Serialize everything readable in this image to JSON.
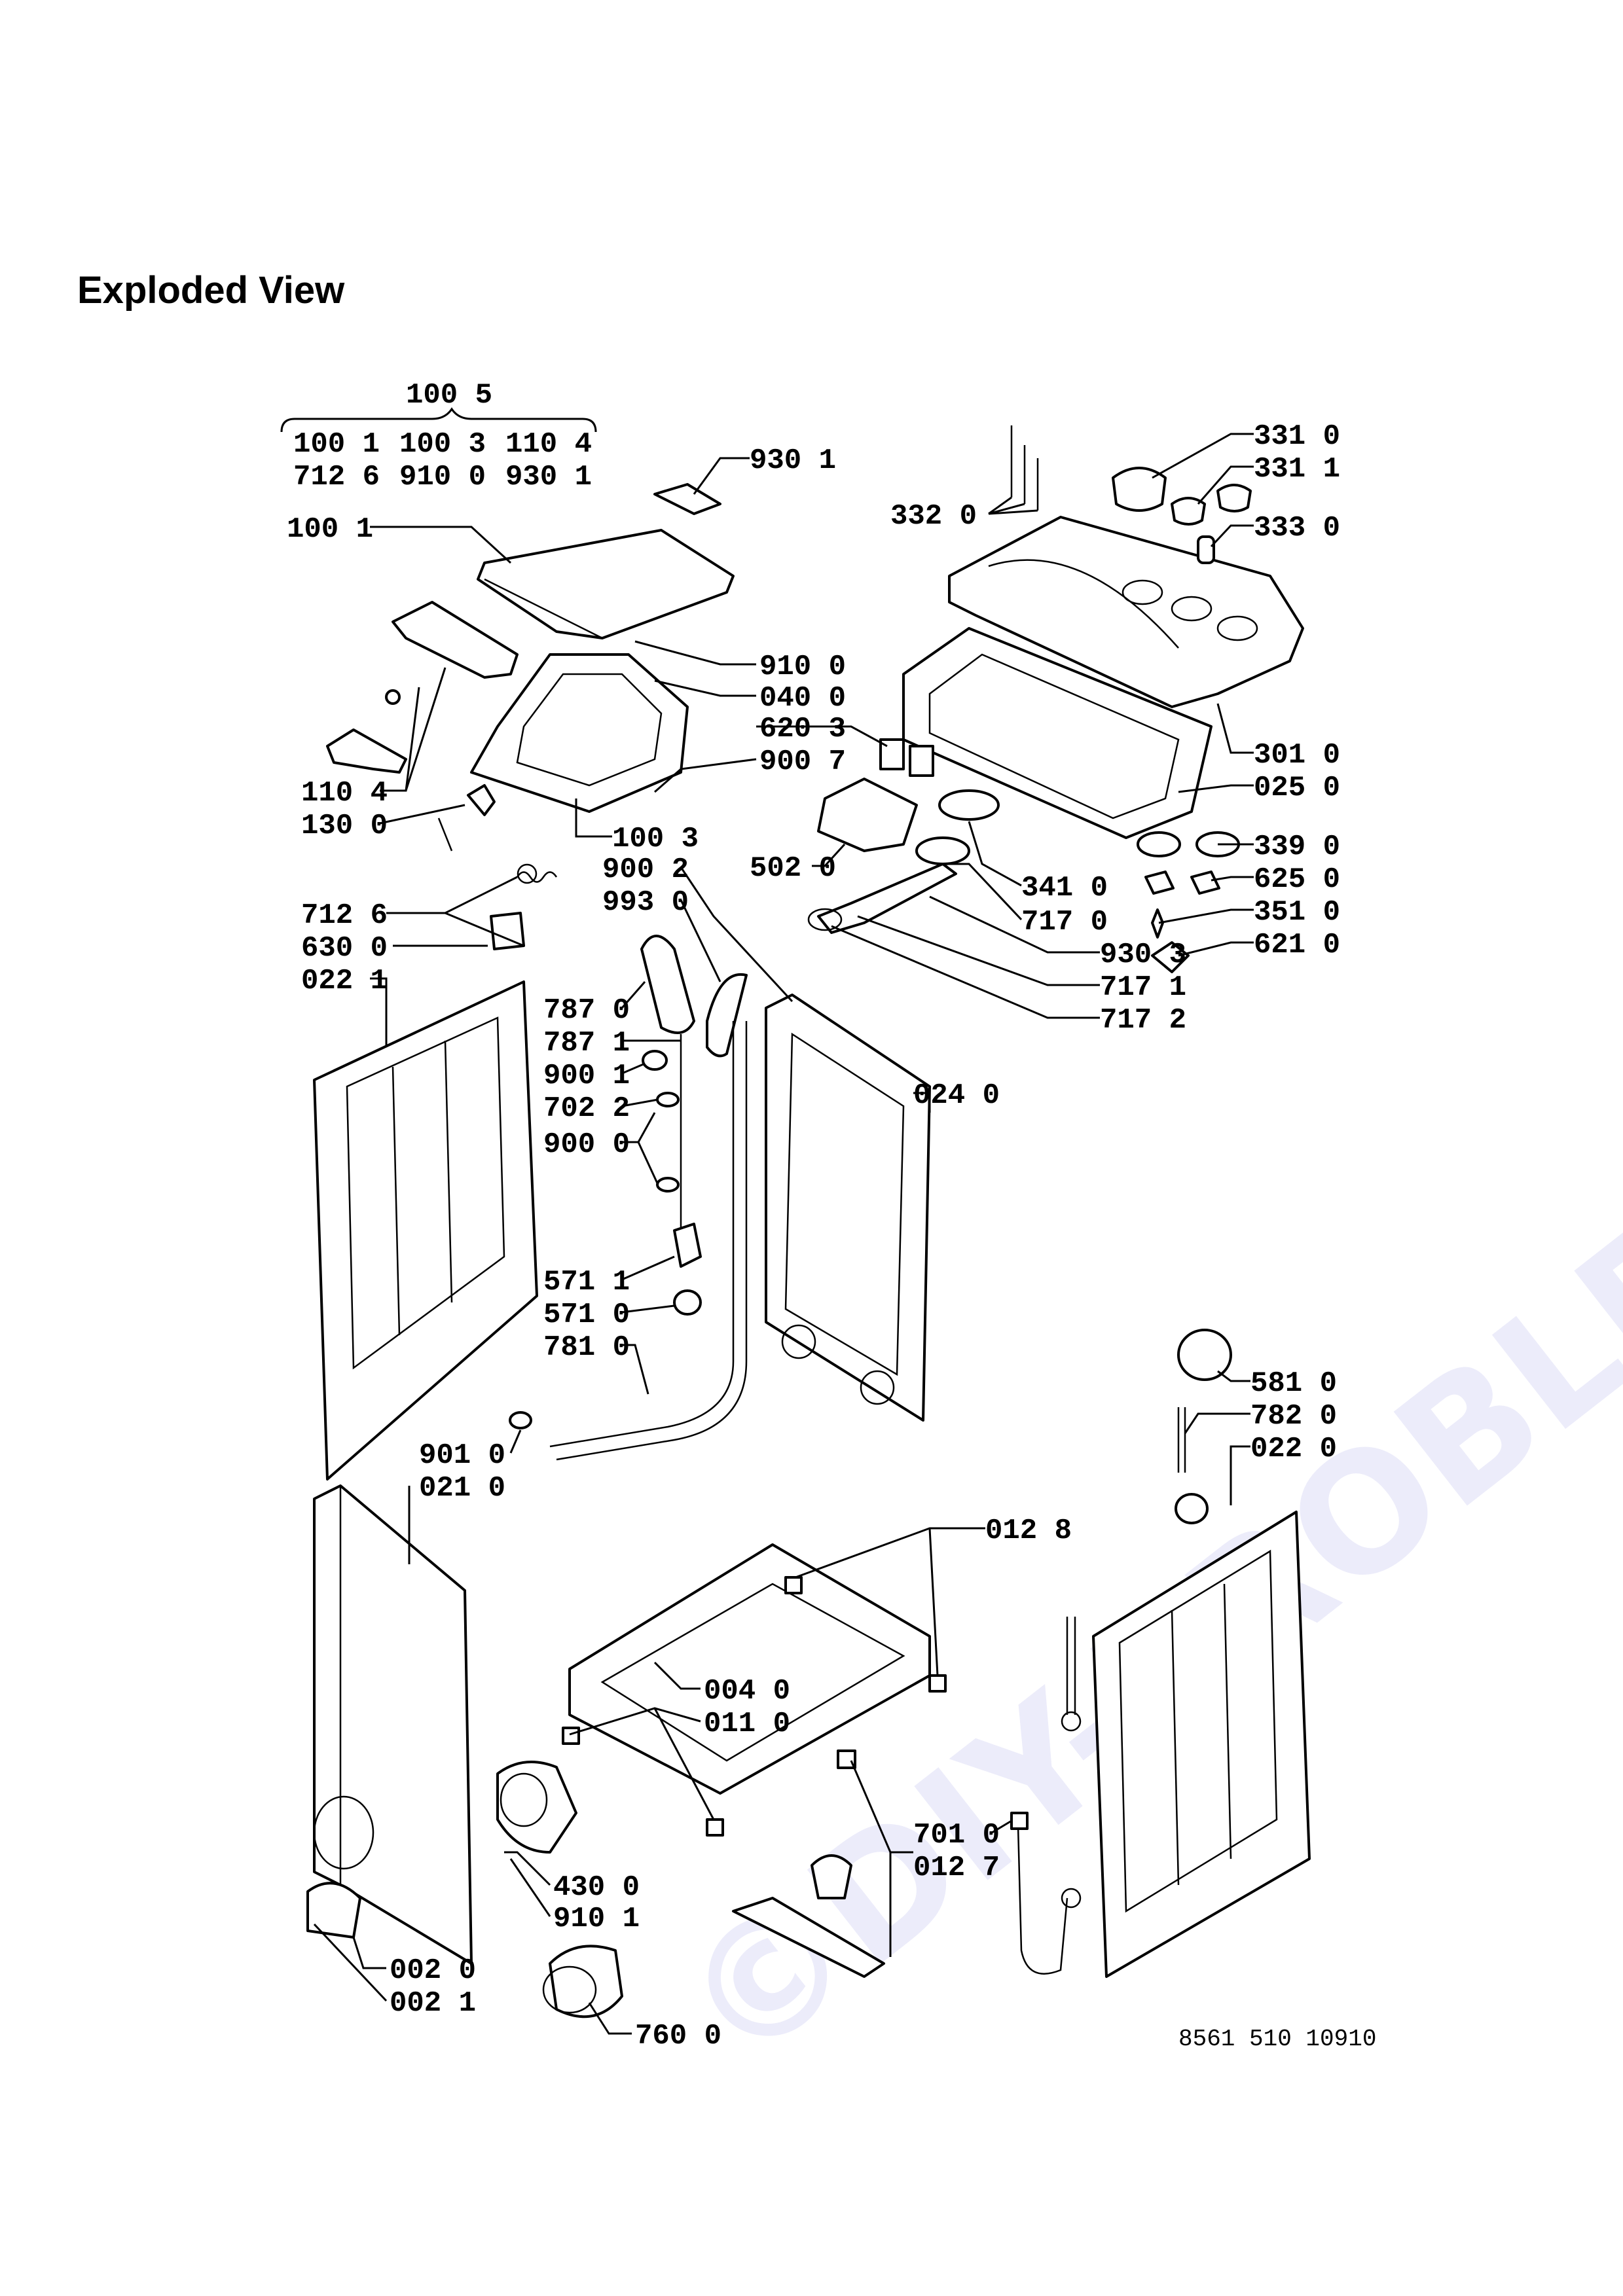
{
  "title": "Exploded View",
  "watermark": "©DIY-PROBLEM.CZ",
  "drawing_number": "8561 510 10910",
  "kit": {
    "header": "100 5",
    "rows": [
      [
        "100 1",
        "100 3",
        "110 4"
      ],
      [
        "712 6",
        "910 0",
        "930 1"
      ]
    ]
  },
  "labels": [
    {
      "id": "l9301a",
      "text": "930 1"
    },
    {
      "id": "l3310",
      "text": "331 0"
    },
    {
      "id": "l3311",
      "text": "331 1"
    },
    {
      "id": "l3320",
      "text": "332 0"
    },
    {
      "id": "l3330",
      "text": "333 0"
    },
    {
      "id": "l1001b",
      "text": "100 1"
    },
    {
      "id": "l9100",
      "text": "910 0"
    },
    {
      "id": "l0400",
      "text": "040 0"
    },
    {
      "id": "l6203",
      "text": "620 3"
    },
    {
      "id": "l9007",
      "text": "900 7"
    },
    {
      "id": "l3010",
      "text": "301 0"
    },
    {
      "id": "l0250",
      "text": "025 0"
    },
    {
      "id": "l1104b",
      "text": "110 4"
    },
    {
      "id": "l1300",
      "text": "130 0"
    },
    {
      "id": "l1003b",
      "text": "100 3"
    },
    {
      "id": "l9002",
      "text": "900 2"
    },
    {
      "id": "l9930",
      "text": "993 0"
    },
    {
      "id": "l5020",
      "text": "502 0"
    },
    {
      "id": "l3390",
      "text": "339 0"
    },
    {
      "id": "l3410",
      "text": "341 0"
    },
    {
      "id": "l6250",
      "text": "625 0"
    },
    {
      "id": "l7170",
      "text": "717 0"
    },
    {
      "id": "l3510",
      "text": "351 0"
    },
    {
      "id": "l7126b",
      "text": "712 6"
    },
    {
      "id": "l9303",
      "text": "930 3"
    },
    {
      "id": "l6210",
      "text": "621 0"
    },
    {
      "id": "l6300",
      "text": "630 0"
    },
    {
      "id": "l7171",
      "text": "717 1"
    },
    {
      "id": "l0221",
      "text": "022 1"
    },
    {
      "id": "l7172",
      "text": "717 2"
    },
    {
      "id": "l7870",
      "text": "787 0"
    },
    {
      "id": "l7871",
      "text": "787 1"
    },
    {
      "id": "l9001",
      "text": "900 1"
    },
    {
      "id": "l0240",
      "text": "024 0"
    },
    {
      "id": "l7022",
      "text": "702 2"
    },
    {
      "id": "l9000",
      "text": "900 0"
    },
    {
      "id": "l5711",
      "text": "571 1"
    },
    {
      "id": "l5710",
      "text": "571 0"
    },
    {
      "id": "l7810",
      "text": "781 0"
    },
    {
      "id": "l5810",
      "text": "581 0"
    },
    {
      "id": "l7820",
      "text": "782 0"
    },
    {
      "id": "l9010",
      "text": "901 0"
    },
    {
      "id": "l0220",
      "text": "022 0"
    },
    {
      "id": "l0210",
      "text": "021 0"
    },
    {
      "id": "l0128",
      "text": "012 8"
    },
    {
      "id": "l0040",
      "text": "004 0"
    },
    {
      "id": "l0110",
      "text": "011 0"
    },
    {
      "id": "l7010",
      "text": "701 0"
    },
    {
      "id": "l0127",
      "text": "012 7"
    },
    {
      "id": "l4300",
      "text": "430 0"
    },
    {
      "id": "l9101",
      "text": "910 1"
    },
    {
      "id": "l0020",
      "text": "002 0"
    },
    {
      "id": "l0021",
      "text": "002 1"
    },
    {
      "id": "l7600",
      "text": "760 0"
    }
  ]
}
